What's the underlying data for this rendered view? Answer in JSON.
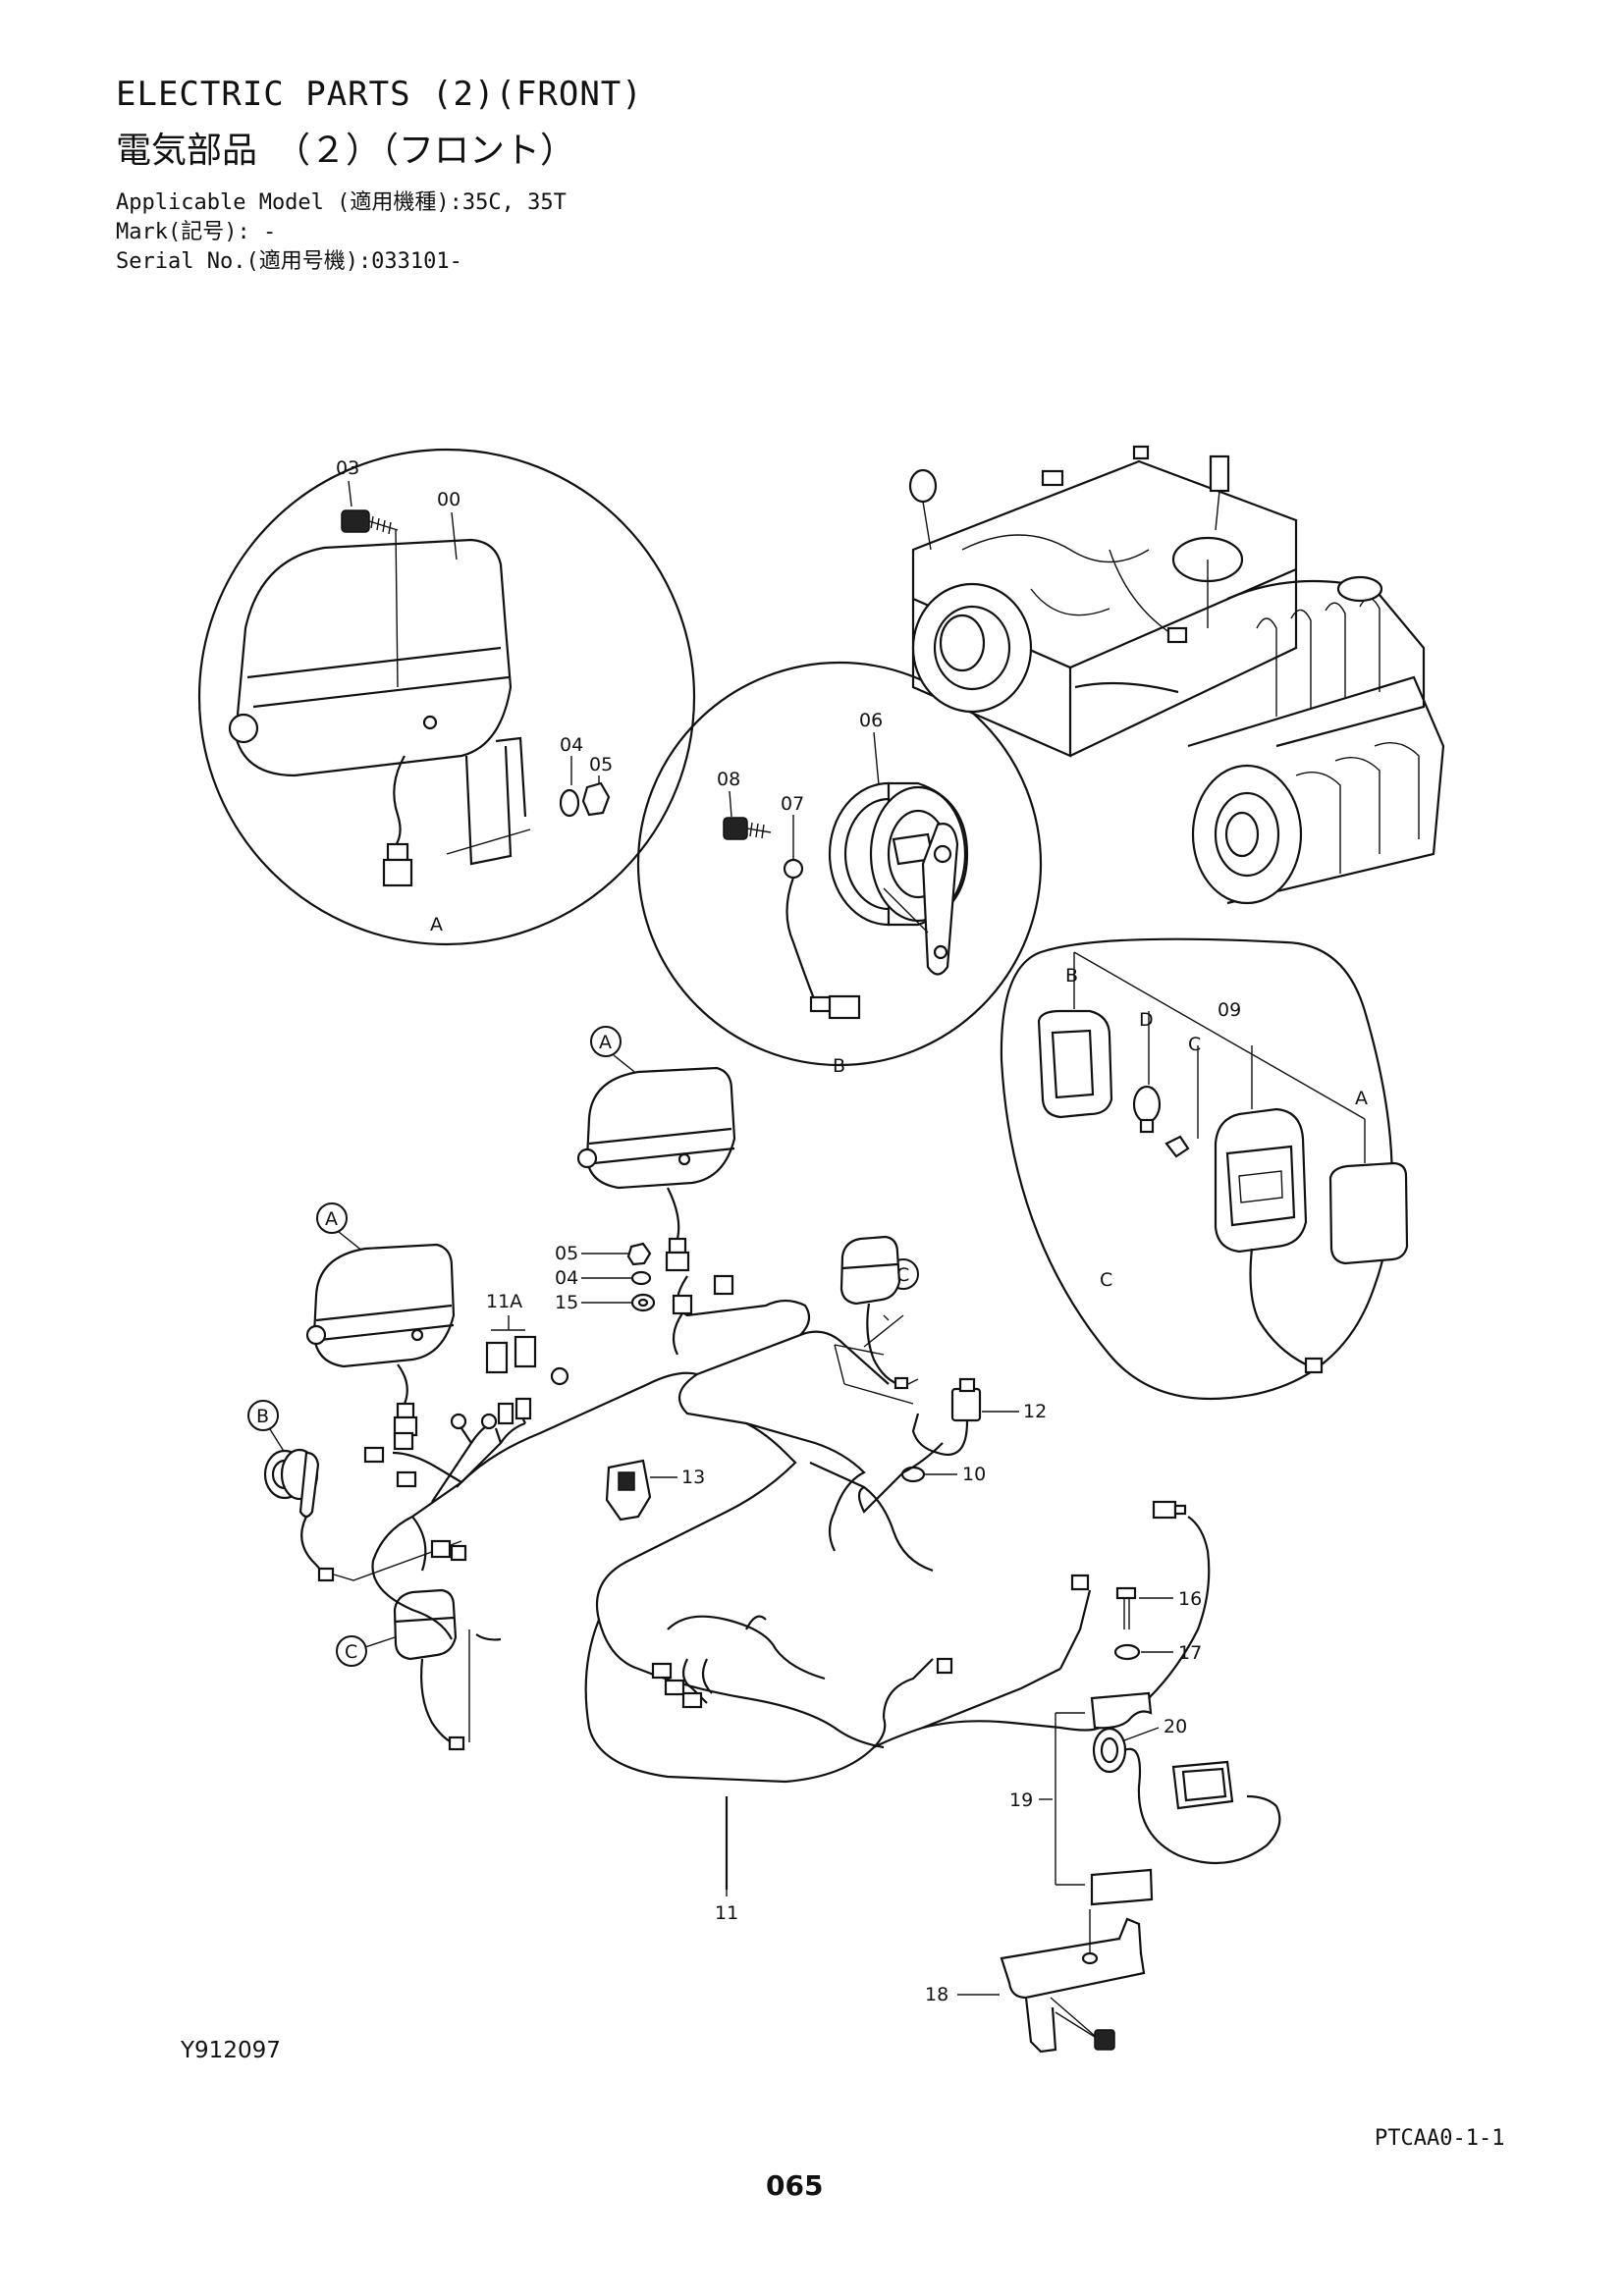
{
  "header": {
    "title_en": "ELECTRIC PARTS (2)(FRONT)",
    "title_jp": "電気部品　（２）（フロント）",
    "applicable_model": "Applicable Model (適用機種):35C, 35T",
    "mark": "Mark(記号): -",
    "serial_no": "Serial No.(適用号機):033101-"
  },
  "labels": {
    "p00": "00",
    "p03": "03",
    "p04": "04",
    "p05": "05",
    "p06": "06",
    "p07": "07",
    "p08": "08",
    "p09": "09",
    "p10": "10",
    "p11": "11",
    "p11a": "11A",
    "p12": "12",
    "p13": "13",
    "p15": "15",
    "p16": "16",
    "p17": "17",
    "p18": "18",
    "p19": "19",
    "p20": "20",
    "main_05": "05",
    "main_04": "04",
    "main_15": "15",
    "detail_a": "A",
    "detail_b": "B",
    "detail_c": "C",
    "lamp_b": "B",
    "lamp_d": "D",
    "lamp_c": "C",
    "lamp_a": "A",
    "call_a1": "A",
    "call_a2": "A",
    "call_b": "B",
    "call_c1": "C",
    "call_c2": "C"
  },
  "footer": {
    "figure_id": "Y912097",
    "page_code": "PTCAA0-1-1",
    "page_number": "065"
  }
}
